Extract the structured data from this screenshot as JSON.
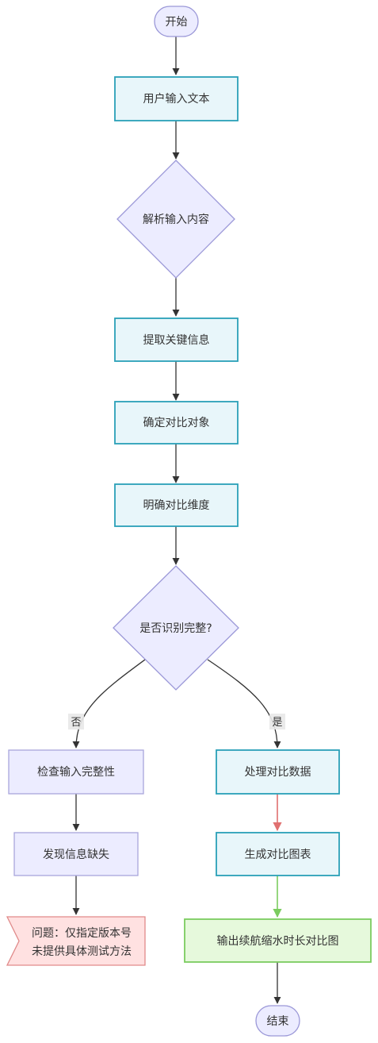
{
  "nodes": {
    "start": "开始",
    "input_text": "用户输入文本",
    "parse": "解析输入内容",
    "extract": "提取关键信息",
    "determine_objects": "确定对比对象",
    "define_dimensions": "明确对比维度",
    "complete_check": "是否识别完整?",
    "check_input": "检查输入完整性",
    "find_missing": "发现信息缺失",
    "problem_line1": "问题：仅指定版本号",
    "problem_line2": "未提供具体测试方法",
    "process_data": "处理对比数据",
    "generate_chart": "生成对比图表",
    "output_chart": "输出续航缩水时长对比图",
    "end": "结束"
  },
  "edges": {
    "no_label": "否",
    "yes_label": "是"
  },
  "colors": {
    "process_fill": "#e8f6fa",
    "process_stroke": "#2aa0b8",
    "decision_fill": "#ececff",
    "decision_stroke": "#9b98d8",
    "check_fill": "#ececff",
    "check_stroke": "#a9a6dc",
    "problem_fill": "#ffe1e1",
    "problem_stroke": "#e08a8a",
    "output_fill": "#e6f9dc",
    "output_stroke": "#7bcc5f",
    "edge": "#333333",
    "edge_red": "#e07070",
    "edge_green": "#7bcc5f"
  }
}
